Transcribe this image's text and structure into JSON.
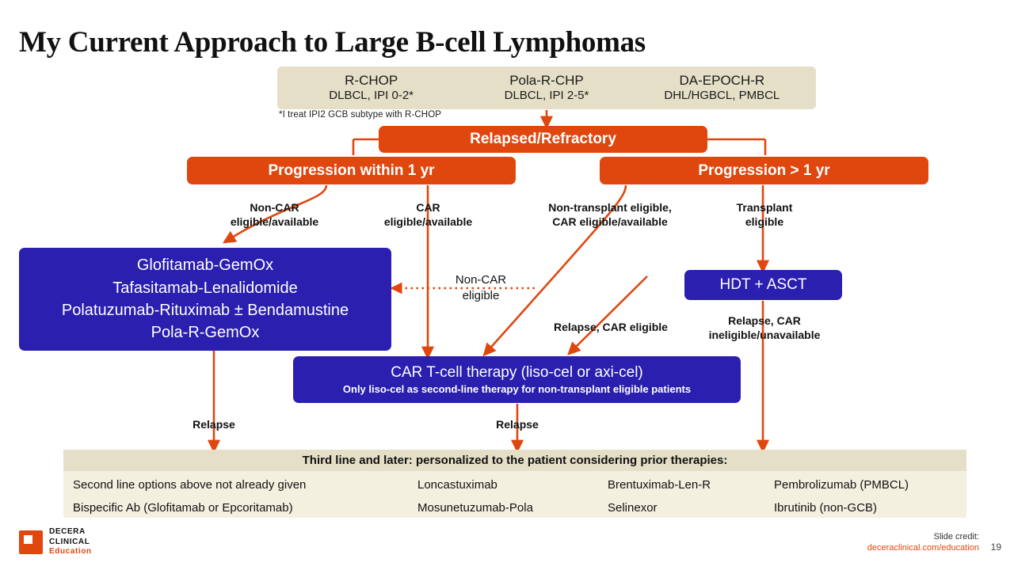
{
  "title": "My Current Approach to Large B-cell Lymphomas",
  "top_regimens": [
    {
      "name": "R-CHOP",
      "sub": "DLBCL, IPI 0-2*"
    },
    {
      "name": "Pola-R-CHP",
      "sub": "DLBCL, IPI 2-5*"
    },
    {
      "name": "DA-EPOCH-R",
      "sub": "DHL/HGBCL, PMBCL"
    }
  ],
  "footnote": "*I treat IPI2 GCB subtype with R-CHOP",
  "relapsed_refractory": "Relapsed/Refractory",
  "progression": {
    "within_1yr": "Progression within 1 yr",
    "over_1yr": "Progression > 1 yr"
  },
  "branch_labels": {
    "non_car_eligible_available": "Non-CAR\neligible/available",
    "car_eligible_available": "CAR\neligible/available",
    "non_transplant_eligible": "Non-transplant eligible,\nCAR eligible/available",
    "transplant_eligible": "Transplant\neligible",
    "non_car_eligible": "Non-CAR\neligible",
    "relapse_car_eligible": "Relapse, CAR eligible",
    "relapse_car_ineligible": "Relapse, CAR\nineligible/unavailable",
    "relapse_left": "Relapse",
    "relapse_center": "Relapse"
  },
  "second_line_options": "Glofitamab-GemOx\nTafasitamab-Lenalidomide\nPolatuzumab-Rituximab ± Bendamustine\nPola-R-GemOx",
  "hdt_asct": "HDT + ASCT",
  "car_t": {
    "main": "CAR T-cell therapy (liso-cel or axi-cel)",
    "sub": "Only liso-cel as second-line therapy for non-transplant eligible patients"
  },
  "third_line": {
    "header": "Third line and later: personalized to the patient considering prior therapies:",
    "items": [
      "Second line options above not already given",
      "Loncastuximab",
      "Brentuximab-Len-R",
      "Pembrolizumab (PMBCL)",
      "Bispecific Ab (Glofitamab or Epcoritamab)",
      "Mosunetuzumab-Pola",
      "Selinexor",
      "Ibrutinib (non-GCB)"
    ]
  },
  "footer": {
    "logo_line1": "DECERA",
    "logo_line2": "CLINICAL",
    "logo_line3": "Education",
    "slide_credit_label": "Slide credit:",
    "slide_credit_url": "deceraclinical.com/education",
    "slide_number": "19"
  },
  "colors": {
    "accent_orange": "#e0470f",
    "blue_box": "#2a1fae",
    "beige_box": "#e5dfc8",
    "panel_beige": "#f4f0e0"
  }
}
